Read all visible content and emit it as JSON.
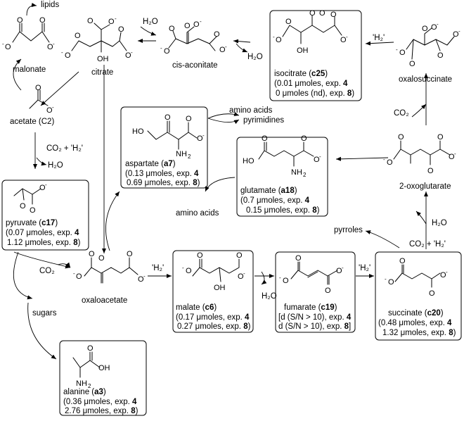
{
  "free_labels": {
    "lipids": "lipids",
    "malonate": "malonate",
    "citrate": "citrate",
    "cis_aconitate": "cis-aconitate",
    "oxalosuccinate": "oxalosuccinate",
    "acetate": "acetate (C2)",
    "co2_h2_1": "CO₂ + 'H₂'",
    "h2o_1": "H₂O",
    "h2o_top": "H₂O",
    "h2o_aconitate": "H₂O",
    "h2_isocitrate": "'H₂'",
    "co2_oxalosucc": "CO₂",
    "amino_acids_top": "amino acids",
    "pyrimidines": "pyrimidines",
    "amino_acids_mid": "amino acids",
    "two_oxoglutarate": "2-oxoglutarate",
    "pyrroles": "pyrroles",
    "h2o_right": "H₂O",
    "co2_h2_right": "CO₂ + 'H₂'",
    "co2_pyruvate": "CO₂",
    "oxaloacetate": "oxaloacetate",
    "h2_oaa": "'H₂'",
    "h2o_fumarate": "H₂O",
    "h2_succ": "'H₂'",
    "sugars": "sugars"
  },
  "boxes": {
    "isocitrate": {
      "name": "isocitrate (",
      "code": "c25",
      "close": ")",
      "l2_pre": "(0.01 μmoles, exp. ",
      "l2_exp": "4",
      "l3_pre": "0 μmoles (nd), exp. ",
      "l3_exp": "8",
      "l3_post": ")"
    },
    "aspartate": {
      "name": "aspartate (",
      "code": "a7",
      "close": ")",
      "l2_pre": "(0.13 μmoles, exp. ",
      "l2_exp": "4",
      "l3_pre": "0.69 μmoles, exp. ",
      "l3_exp": "8",
      "l3_post": ")"
    },
    "glutamate": {
      "name": "glutamate (",
      "code": "a18",
      "close": ")",
      "l2_pre": "(0.7 μmoles, exp. ",
      "l2_exp": "4",
      "l3_pre": "0.15 μmoles, exp. ",
      "l3_exp": "8",
      "l3_post": ")"
    },
    "pyruvate": {
      "name": "pyruvate (",
      "code": "c17",
      "close": ")",
      "l2_pre": "(0.07 μmoles, exp. ",
      "l2_exp": "4",
      "l3_pre": "1.12 μmoles, exp. ",
      "l3_exp": "8",
      "l3_post": ")"
    },
    "malate": {
      "name": "malate (",
      "code": "c6",
      "close": ")",
      "l2_pre": "(0.17 μmoles, exp. ",
      "l2_exp": "4",
      "l3_pre": "0.27 μmoles, exp. ",
      "l3_exp": "8",
      "l3_post": ")"
    },
    "fumarate": {
      "name": "fumarate (",
      "code": "c19",
      "close": ")",
      "l2_pre": "[d (S/N > 10), exp. ",
      "l2_exp": "4",
      "l3_pre": "d (S/N > 10), exp. ",
      "l3_exp": "8",
      "l3_post": "]"
    },
    "succinate": {
      "name": "succinate (",
      "code": "c20",
      "close": ")",
      "l2_pre": "(0.48 μmoles, exp. ",
      "l2_exp": "4",
      "l3_pre": "1.32 μmoles, exp. ",
      "l3_exp": "8",
      "l3_post": ")"
    },
    "alanine": {
      "name": "alanine (",
      "code": "a3",
      "close": ")",
      "l2_pre": "(0.36 μmoles, exp. ",
      "l2_exp": "4",
      "l3_pre": "2.76 μmoles, exp. ",
      "l3_exp": "8",
      "l3_post": ")"
    }
  },
  "atoms": {
    "O": "O",
    "Ominus": "-",
    "OH": "OH",
    "HO": "HO",
    "NH2_N": "NH",
    "NH2_2": "2"
  }
}
